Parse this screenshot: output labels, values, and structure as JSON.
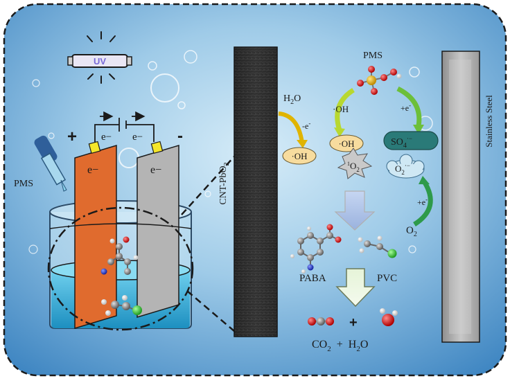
{
  "left": {
    "uv_label": "UV",
    "plus_sign": "+",
    "minus_sign": "-",
    "electron_top_left": "e−",
    "electron_top_right": "e−",
    "anode_electron": "e−",
    "cathode_electron": "e−",
    "pms_label": "PMS"
  },
  "center": {
    "anode_label": "CNT-PbO",
    "anode_label_sub": "2"
  },
  "right": {
    "cathode_label": "Stainless Steel"
  },
  "mechanism": {
    "h2o": "H",
    "h2o_sub": "2",
    "h2o_tail": "O",
    "minus_e": "-e",
    "minus_e_sup": "-",
    "oh_left": "·OH",
    "pms_title": "PMS",
    "oh_arrow_label": "·OH",
    "plus_e_top": "+e",
    "plus_e_top_sup": "-",
    "oh_right": "·OH",
    "so4": "SO",
    "so4_sub": "4",
    "so4_sup": "·−",
    "singlet_o2_sup": "1",
    "singlet_o2": "O",
    "singlet_o2_sub": "2",
    "superoxide": "O",
    "superoxide_sub": "2",
    "superoxide_sup": "·−",
    "plus_e_bottom": "+e",
    "plus_e_bottom_sup": "-",
    "o2": "O",
    "o2_sub": "2",
    "paba": "PABA",
    "pvc": "PVC",
    "plus_sign": "+",
    "co2": "CO",
    "co2_sub": "2",
    "plus_between": "+",
    "h2o_product": "H",
    "h2o_product_sub": "2",
    "h2o_product_tail": "O"
  },
  "colors": {
    "anode_plate": "#e06b2e",
    "cathode_plate": "#b4b4b4",
    "electrolyte": "#3fb4d8",
    "oh_bubble": "#f7dc9e",
    "so4_box": "#2a7a78",
    "arrow_green": "#7cc242",
    "arrow_yellow": "#e0b400",
    "sulfur_atom": "#e0a800",
    "oxygen_atom": "#e02020",
    "carbon_atom": "#8a8a8a",
    "chlorine_atom": "#3cc23c",
    "nitrogen_atom": "#2030d0"
  }
}
